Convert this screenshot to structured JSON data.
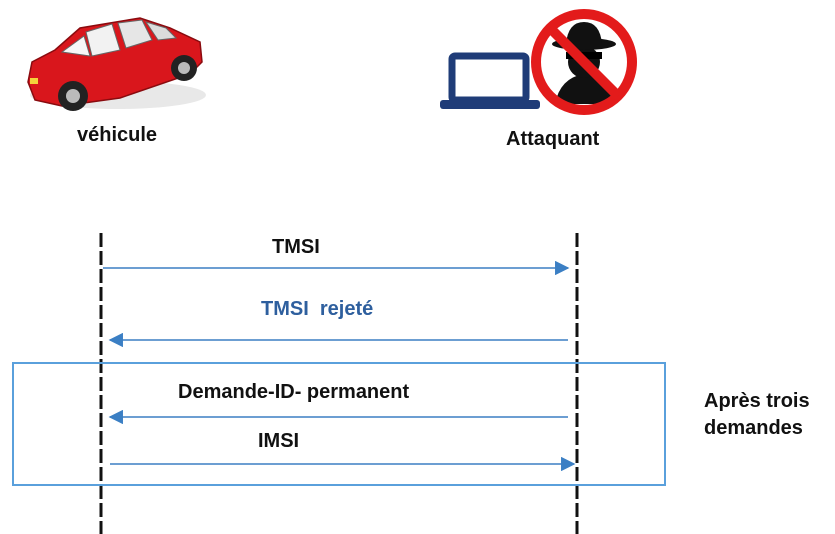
{
  "actors": {
    "vehicle": {
      "label": "véhicule",
      "icon": "car-icon"
    },
    "attacker": {
      "label": "Attaquant",
      "icon": "attacker-laptop-icon"
    }
  },
  "messages": [
    {
      "text": "TMSI",
      "direction": "vehicle-to-attacker"
    },
    {
      "text": "TMSI  rejeté",
      "direction": "attacker-to-vehicle"
    },
    {
      "text": "Demande-ID- permanent",
      "direction": "attacker-to-vehicle"
    },
    {
      "text": "IMSI",
      "direction": "vehicle-to-attacker"
    }
  ],
  "note": {
    "line1": "Après trois",
    "line2": "demandes"
  },
  "colors": {
    "arrow": "#3b7fc4",
    "box": "#5aa0dc",
    "rejected_text": "#2e5f9e",
    "car": "#d9161c"
  }
}
